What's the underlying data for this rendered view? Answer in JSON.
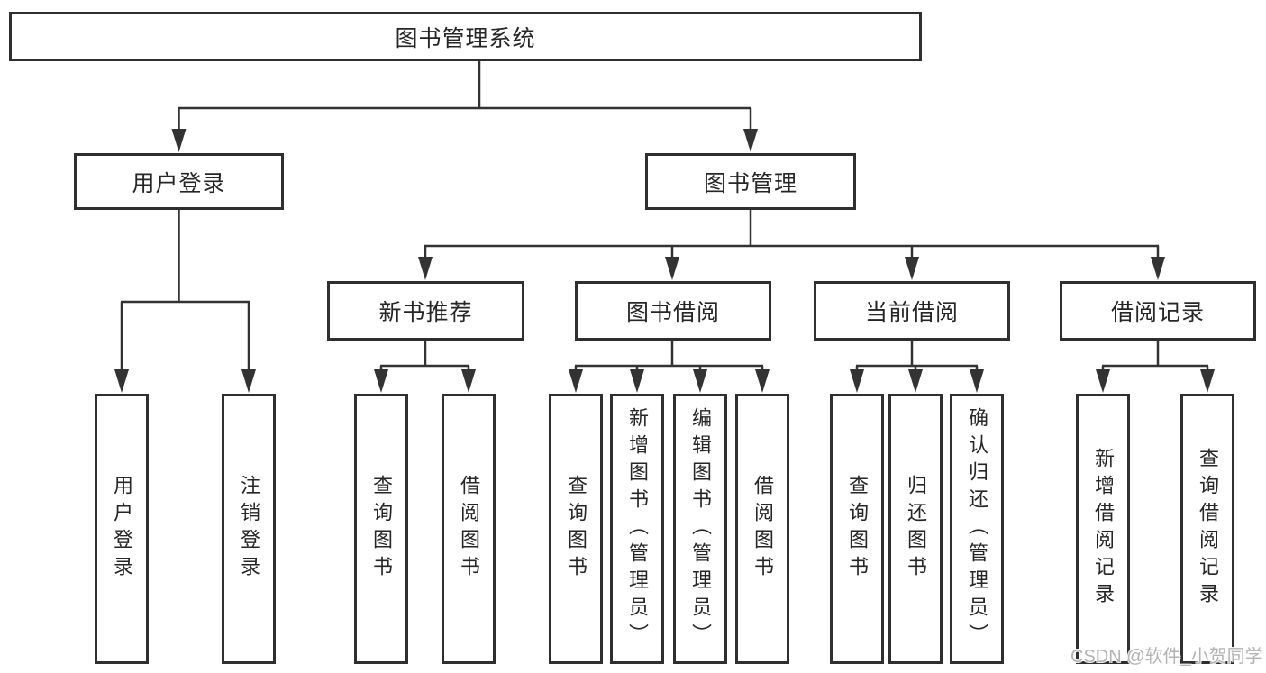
{
  "colors": {
    "background": "#ffffff",
    "line": "#333333",
    "box_border": "#2f2f2f",
    "text": "#262626",
    "watermark": "#b3b3b3"
  },
  "tree": {
    "label": "图书管理系统",
    "children": [
      {
        "label": "用户登录",
        "children": [
          {
            "label": "用户登录"
          },
          {
            "label": "注销登录"
          }
        ]
      },
      {
        "label": "图书管理",
        "children": [
          {
            "label": "新书推荐",
            "children": [
              {
                "label": "查询图书"
              },
              {
                "label": "借阅图书"
              }
            ]
          },
          {
            "label": "图书借阅",
            "children": [
              {
                "label": "查询图书"
              },
              {
                "label": "新增图书（管理员）"
              },
              {
                "label": "编辑图书（管理员）"
              },
              {
                "label": "借阅图书"
              }
            ]
          },
          {
            "label": "当前借阅",
            "children": [
              {
                "label": "查询图书"
              },
              {
                "label": "归还图书"
              },
              {
                "label": "确认归还（管理员）"
              }
            ]
          },
          {
            "label": "借阅记录",
            "children": [
              {
                "label": "新增借阅记录"
              },
              {
                "label": "查询借阅记录"
              }
            ]
          }
        ]
      }
    ]
  },
  "watermark": {
    "text": "CSDN @软件_小贺同学"
  }
}
